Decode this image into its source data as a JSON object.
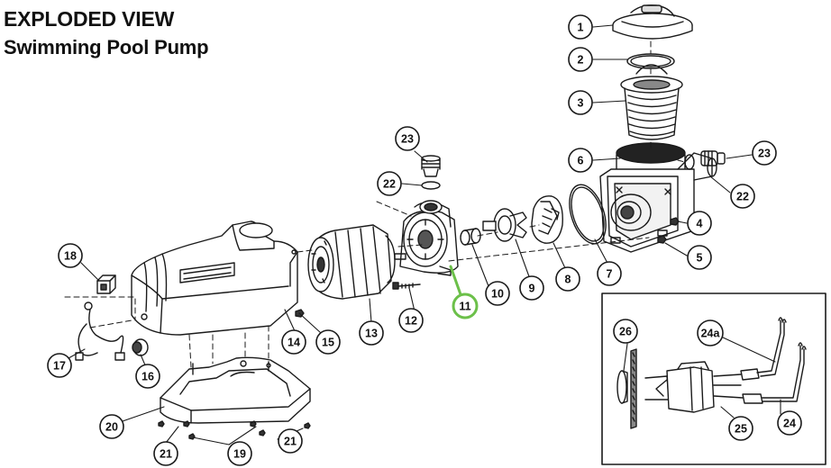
{
  "header": {
    "title": "EXPLODED VIEW",
    "subtitle": "Swimming Pool Pump"
  },
  "callouts": [
    {
      "id": "c1",
      "label": "1"
    },
    {
      "id": "c2",
      "label": "2"
    },
    {
      "id": "c3",
      "label": "3"
    },
    {
      "id": "c6",
      "label": "6"
    },
    {
      "id": "c23a",
      "label": "23"
    },
    {
      "id": "c22a",
      "label": "22"
    },
    {
      "id": "c4",
      "label": "4"
    },
    {
      "id": "c5",
      "label": "5"
    },
    {
      "id": "c7",
      "label": "7"
    },
    {
      "id": "c8",
      "label": "8"
    },
    {
      "id": "c9",
      "label": "9"
    },
    {
      "id": "c10",
      "label": "10"
    },
    {
      "id": "c11",
      "label": "11",
      "highlight": true
    },
    {
      "id": "c12",
      "label": "12"
    },
    {
      "id": "c13",
      "label": "13"
    },
    {
      "id": "c14",
      "label": "14"
    },
    {
      "id": "c15",
      "label": "15"
    },
    {
      "id": "c16",
      "label": "16"
    },
    {
      "id": "c17",
      "label": "17"
    },
    {
      "id": "c18",
      "label": "18"
    },
    {
      "id": "c19",
      "label": "19"
    },
    {
      "id": "c20",
      "label": "20"
    },
    {
      "id": "c21a",
      "label": "21"
    },
    {
      "id": "c21b",
      "label": "21"
    },
    {
      "id": "c22b",
      "label": "22"
    },
    {
      "id": "c23b",
      "label": "23"
    },
    {
      "id": "c24",
      "label": "24"
    },
    {
      "id": "c24a",
      "label": "24a"
    },
    {
      "id": "c25",
      "label": "25"
    },
    {
      "id": "c26",
      "label": "26"
    }
  ],
  "colors": {
    "line": "#1a1a1a",
    "highlight": "#6cc04a",
    "background": "#ffffff"
  }
}
